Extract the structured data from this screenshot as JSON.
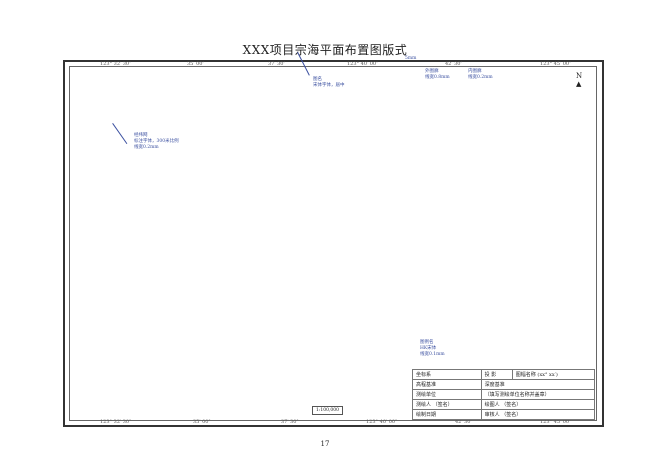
{
  "title": "XXX项目宗海平面布置图版式",
  "top_ticks": [
    "123° 32′ 30″",
    "35′ 00″",
    "37′ 30″",
    "123° 40′ 00″",
    "42′ 30″",
    "123° 45′ 00″"
  ],
  "bottom_ticks": [
    "123° 32′ 30″",
    "35′ 00″",
    "37′ 30″",
    "123° 40′ 00″",
    "42′ 30″",
    "123° 45′ 00″"
  ],
  "annotations": {
    "map_title": [
      "图名",
      "宋体字体，居中"
    ],
    "outer_frame": [
      "外图廓",
      "线宽0.8mm"
    ],
    "inner_frame": [
      "内图廓",
      "线宽0.2mm"
    ],
    "grid": [
      "经纬网",
      "标注字体，300米比例",
      "线宽0.2mm"
    ],
    "legend": [
      "图例名",
      "HK宋体",
      "线宽0.1mm"
    ],
    "dim": "5mm"
  },
  "north": "N",
  "scale": "1:100,000",
  "table": [
    [
      "坐标系",
      "投 影",
      "图幅名称 (xx° xx′)"
    ],
    [
      "高程基准",
      "深度基准",
      ""
    ],
    [
      "测绘单位",
      "（填写测绘单位名称并盖章）",
      ""
    ],
    [
      "测绘人   （签名）",
      "绘图人   （签名）",
      ""
    ],
    [
      "绘制日期",
      "审核人   （签名）",
      ""
    ]
  ],
  "page_number": "17"
}
